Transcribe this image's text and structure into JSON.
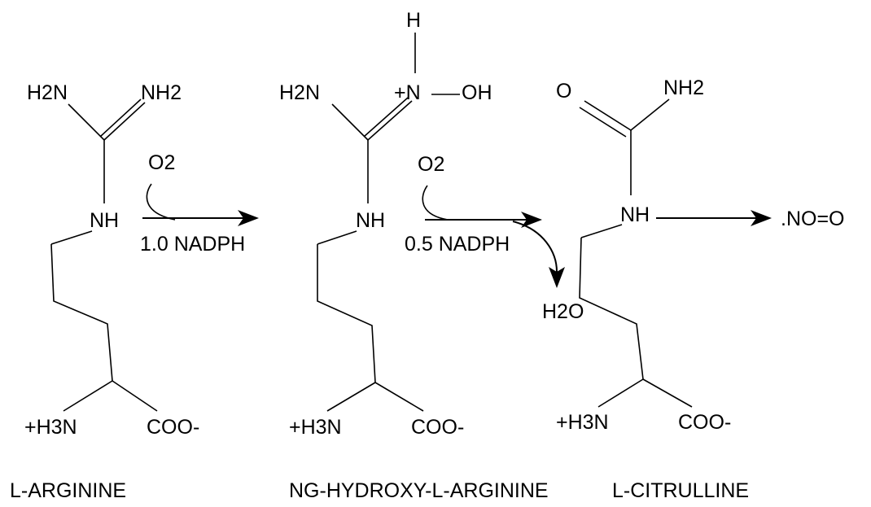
{
  "atoms": {
    "arg_h2n": "H2N",
    "arg_nh2": "NH2",
    "arg_nh": "NH",
    "arg_h3n": "+H3N",
    "arg_coo": "COO-",
    "hyd_h": "H",
    "hyd_h2n": "H2N",
    "hyd_nplus": "+N",
    "hyd_oh": "OH",
    "hyd_nh": "NH",
    "hyd_h3n": "+H3N",
    "hyd_coo": "COO-",
    "cit_o": "O",
    "cit_nh2": "NH2",
    "cit_nh": "NH",
    "cit_h3n": "+H3N",
    "cit_coo": "COO-",
    "no_product": ".NO=O"
  },
  "reagents": {
    "o2_first": "O2",
    "nadph_first": "1.0 NADPH",
    "o2_second": "O2",
    "nadph_second": "0.5 NADPH",
    "water": "H2O"
  },
  "captions": {
    "arginine": "L-ARGININE",
    "hydroxy_arginine": "NG-HYDROXY-L-ARGININE",
    "citrulline": "L-CITRULLINE"
  }
}
